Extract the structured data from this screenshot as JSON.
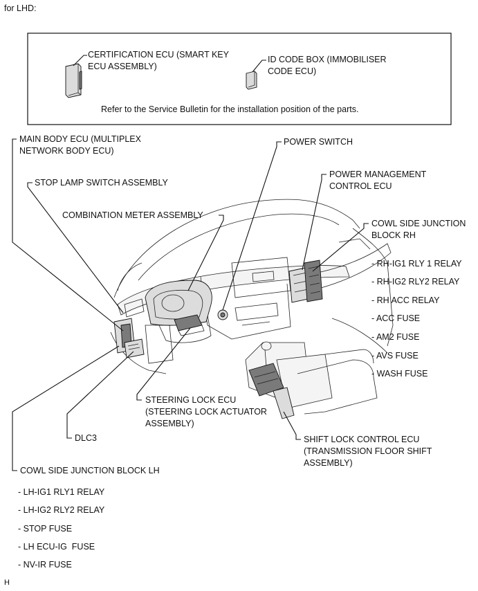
{
  "header": {
    "variant": "for LHD:"
  },
  "note_box": {
    "certification_ecu": "CERTIFICATION ECU (SMART KEY\nECU ASSEMBLY)",
    "id_code_box": "ID CODE BOX (IMMOBILISER\nCODE ECU)",
    "note": "Refer to the Service Bulletin for the installation position of the parts."
  },
  "labels": {
    "main_body_ecu": "MAIN BODY ECU (MULTIPLEX\nNETWORK BODY ECU)",
    "stop_lamp_switch": "STOP LAMP SWITCH ASSEMBLY",
    "combination_meter": "COMBINATION METER ASSEMBLY",
    "power_switch": "POWER SWITCH",
    "power_management_ecu": "POWER MANAGEMENT\nCONTROL ECU",
    "cowl_side_jb_rh": "COWL SIDE JUNCTION\nBLOCK RH",
    "steering_lock_ecu": "STEERING LOCK ECU\n(STEERING LOCK ACTUATOR\nASSEMBLY)",
    "dlc3": "DLC3",
    "shift_lock_ecu": "SHIFT LOCK CONTROL ECU\n(TRANSMISSION FLOOR SHIFT\nASSEMBLY)",
    "cowl_side_jb_lh": "COWL SIDE JUNCTION BLOCK LH"
  },
  "rh_items": [
    "- RH-IG1 RLY 1 RELAY",
    "- RH-IG2 RLY2 RELAY",
    "- RH ACC RELAY",
    "- ACC FUSE",
    "- AM2 FUSE",
    "- AVS FUSE",
    "- WASH FUSE"
  ],
  "lh_items": [
    "- LH-IG1 RLY1 RELAY",
    "- LH-IG2 RLY2 RELAY",
    "- STOP FUSE",
    "- LH ECU-IG  FUSE",
    "- NV-IR FUSE"
  ],
  "footer": {
    "code": "H"
  }
}
